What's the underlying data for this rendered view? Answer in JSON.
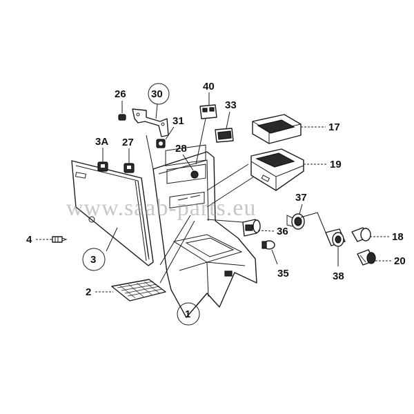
{
  "diagram": {
    "watermark": "www.saab-parts.eu",
    "callouts": [
      {
        "id": "26",
        "label": "26"
      },
      {
        "id": "30",
        "label": "30",
        "circled": true
      },
      {
        "id": "40",
        "label": "40"
      },
      {
        "id": "33",
        "label": "33"
      },
      {
        "id": "31",
        "label": "31"
      },
      {
        "id": "28",
        "label": "28"
      },
      {
        "id": "3A",
        "label": "3A"
      },
      {
        "id": "27",
        "label": "27"
      },
      {
        "id": "17",
        "label": "17"
      },
      {
        "id": "19",
        "label": "19"
      },
      {
        "id": "37",
        "label": "37"
      },
      {
        "id": "36",
        "label": "36"
      },
      {
        "id": "18",
        "label": "18"
      },
      {
        "id": "4",
        "label": "4"
      },
      {
        "id": "3",
        "label": "3",
        "circled": true
      },
      {
        "id": "35",
        "label": "35"
      },
      {
        "id": "20",
        "label": "20"
      },
      {
        "id": "38",
        "label": "38"
      },
      {
        "id": "2",
        "label": "2"
      },
      {
        "id": "1",
        "label": "1",
        "circled": true
      }
    ]
  }
}
